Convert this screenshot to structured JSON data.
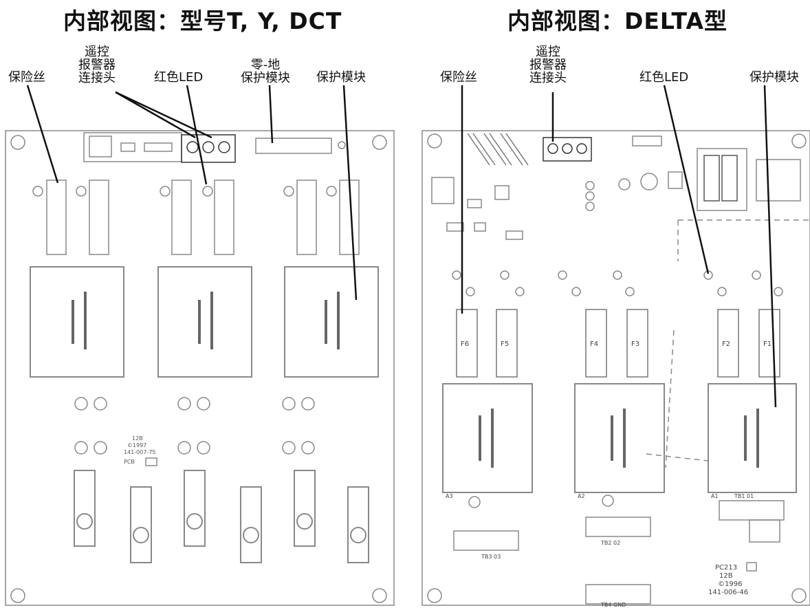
{
  "left_panel": {
    "title": "内部视图：型号T, Y, DCT",
    "labels": {
      "fuse": "保险丝",
      "remote_alarm": [
        "遥控",
        "报警器",
        "连接头"
      ],
      "red_led": "红色LED",
      "neutral_ground": [
        "零-地",
        "保护模块"
      ],
      "protection_module": "保护模块"
    },
    "silkscreen": [
      "12B",
      "©1997",
      "141-007-75",
      "PCB"
    ]
  },
  "right_panel": {
    "title": "内部视图：DELTA型",
    "labels": {
      "fuse": "保险丝",
      "remote_alarm": [
        "遥控",
        "报警器",
        "连接头"
      ],
      "red_led": "红色LED",
      "protection_module": "保护模块"
    },
    "fuse_ids": [
      "F6",
      "F5",
      "F4",
      "F3",
      "F2",
      "F1"
    ],
    "terminal_blocks": [
      "TB3 03",
      "TB2 02",
      "TB1 01",
      "TB4 GND"
    ],
    "silkscreen": [
      "PC213",
      "12B",
      "©1996",
      "141-006-46"
    ],
    "module_ids": [
      "A3",
      "A2",
      "A1"
    ]
  },
  "colors": {
    "line": "#111111",
    "board": "#8a8a8a",
    "component": "#666666",
    "bg": "#ffffff"
  }
}
